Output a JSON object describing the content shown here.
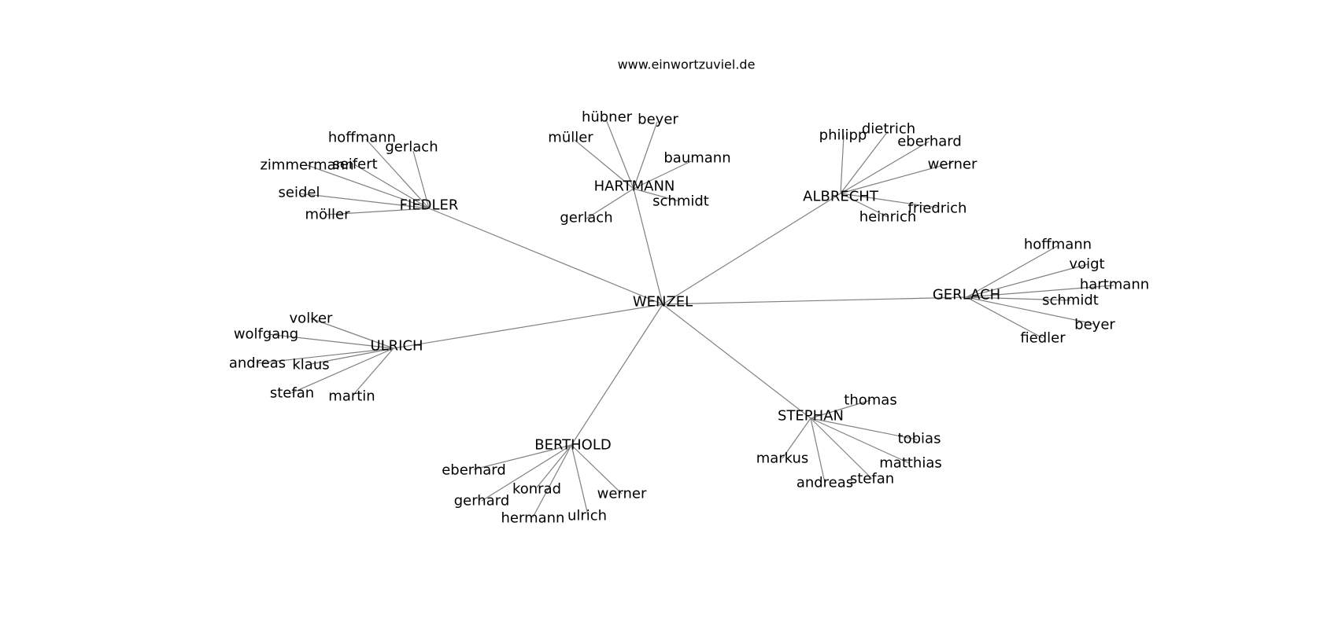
{
  "header": {
    "site": "www.einwortzuviel.de"
  },
  "graph": {
    "center": "WENZEL",
    "clusters": [
      {
        "hub": "FIEDLER",
        "leaves": [
          "hoffmann",
          "gerlach",
          "zimmermann",
          "seifert",
          "seidel",
          "möller"
        ]
      },
      {
        "hub": "HARTMANN",
        "leaves": [
          "hübner",
          "beyer",
          "müller",
          "baumann",
          "schmidt",
          "gerlach"
        ]
      },
      {
        "hub": "ALBRECHT",
        "leaves": [
          "philipp",
          "dietrich",
          "eberhard",
          "werner",
          "friedrich",
          "heinrich"
        ]
      },
      {
        "hub": "GERLACH",
        "leaves": [
          "hoffmann",
          "voigt",
          "hartmann",
          "schmidt",
          "beyer",
          "fiedler"
        ]
      },
      {
        "hub": "ULRICH",
        "leaves": [
          "volker",
          "wolfgang",
          "andreas",
          "klaus",
          "stefan",
          "martin"
        ]
      },
      {
        "hub": "STEPHAN",
        "leaves": [
          "thomas",
          "tobias",
          "matthias",
          "stefan",
          "andreas",
          "markus"
        ]
      },
      {
        "hub": "BERTHOLD",
        "leaves": [
          "eberhard",
          "gerhard",
          "konrad",
          "werner",
          "hermann",
          "ulrich"
        ]
      }
    ]
  },
  "colors": {
    "edge": "#808080",
    "text": "#000000",
    "background": "#ffffff"
  }
}
